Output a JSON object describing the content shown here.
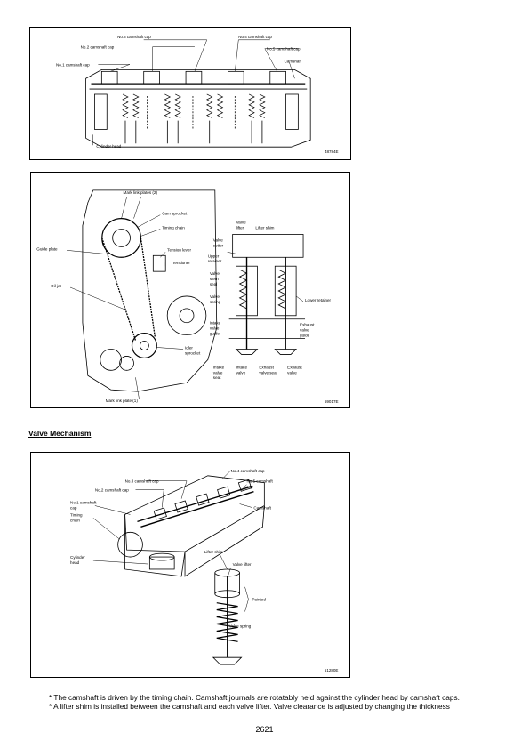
{
  "figure1": {
    "labels": {
      "cap3": "No.3 camshaft cap",
      "cap4": "No.4 camshaft cap",
      "cap2": "No.2 camshaft cap",
      "cap5": "No.5 camshaft cap",
      "cap1": "No.1 camshaft cap",
      "camshaft": "Camshaft",
      "cylinder_head": "Cylinder head"
    },
    "code": "48784E"
  },
  "figure2": {
    "labels": {
      "mark_link_plate_2": "Mark link plates (2)",
      "cam_sprocket": "Cam sprocket",
      "timing_chain": "Timing chain",
      "valve_lifter_1": "Valve",
      "valve_lifter_2": "lifter",
      "lifter_shim": "Lifter shim",
      "guide_plate": "Guide plate",
      "tension_lever": "Tension lever",
      "tensioner": "Tensioner",
      "valve_cotter_1": "Valve",
      "valve_cotter_2": "cotter",
      "upper_retainer_1": "Upper",
      "upper_retainer_2": "retainer",
      "valve_stem_seal_1": "Valve",
      "valve_stem_seal_2": "stem",
      "valve_stem_seal_3": "seal",
      "valve_spring_1": "Valve",
      "valve_spring_2": "spring",
      "oil_jet": "Oil jet",
      "lower_retainer": "Lower retainer",
      "intake_guide_1": "Intake",
      "intake_guide_2": "valve",
      "intake_guide_3": "guide",
      "exhaust_guide_1": "Exhaust",
      "exhaust_guide_2": "valve",
      "exhaust_guide_3": "guide",
      "idler_1": "Idler",
      "idler_2": "sprocket",
      "intake_seat_1": "Intake",
      "intake_seat_2": "valve",
      "intake_seat_3": "seat",
      "intake_valve_1": "Intake",
      "intake_valve_2": "valve",
      "exhaust_seat_1": "Exhaust",
      "exhaust_seat_2": "valve seat",
      "exhaust_valve_1": "Exhaust",
      "exhaust_valve_2": "valve",
      "mark_link_plate_1": "Mark link plate (1)"
    },
    "code": "59017E"
  },
  "section_heading": "Valve Mechanism",
  "figure3": {
    "labels": {
      "cap4": "No.4 camshaft cap",
      "cap3": "No.3 camshaft cap",
      "cap5_1": "No.5 camshaft",
      "cap5_2": "cap",
      "cap2": "No.2 camshaft cap",
      "cap1_1": "No.1 camshaft",
      "cap1_2": "cap",
      "camshaft": "Camshaft",
      "timing_chain_1": "Timing",
      "timing_chain_2": "chain",
      "cylinder_head_1": "Cylinder",
      "cylinder_head_2": "head",
      "lifter_shim": "Lifter shim",
      "valve_lifter": "Valve lifter",
      "painted": "Painted",
      "valve_spring": "Valve spring"
    },
    "code": "51280E"
  },
  "notes": [
    "* The camshaft is driven by the timing chain. Camshaft journals are rotatably held against the cylinder head by camshaft caps.",
    "* A lifter shim is installed between the camshaft and each valve lifter. Valve clearance is adjusted by changing the thickness"
  ],
  "page_number": "2621"
}
